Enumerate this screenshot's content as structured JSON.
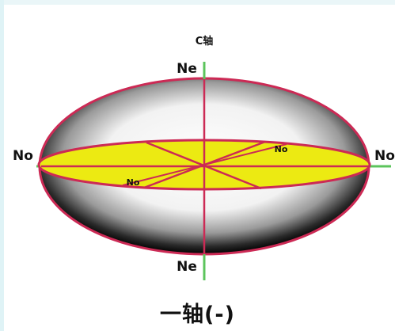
{
  "diagram": {
    "axis_label": "C轴",
    "ne_top": "Ne",
    "ne_bottom": "Ne",
    "no_left": "No",
    "no_right": "No",
    "no_inner_upper": "No",
    "no_inner_lower": "No",
    "caption": "一轴(-)"
  },
  "colors": {
    "outline": "#cc2a55",
    "axis_green": "#5cc45c",
    "equator_fill": "#ecea12",
    "shading_dark": "#000000",
    "shading_light": "#ffffff"
  }
}
